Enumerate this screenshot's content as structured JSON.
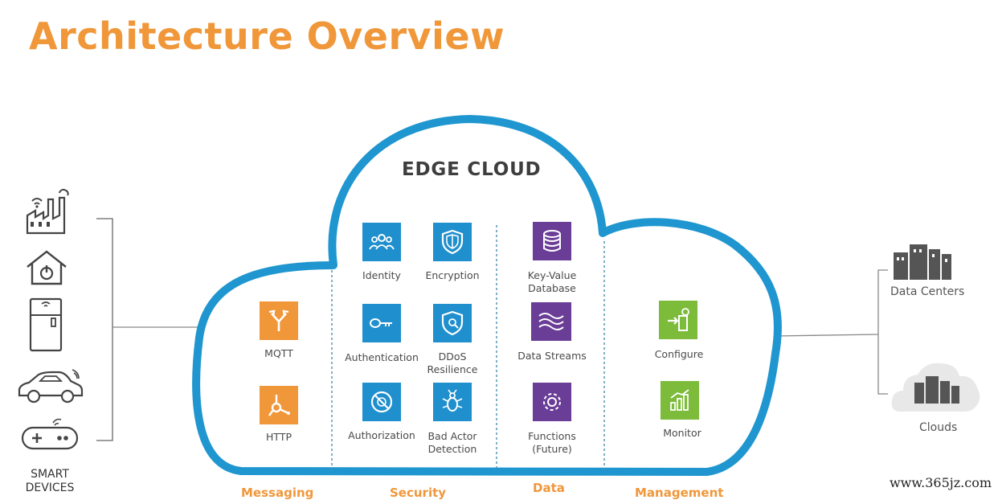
{
  "title": "Architecture Overview",
  "cloud": {
    "title": "EDGE CLOUD"
  },
  "colors": {
    "accent": "#f0973a",
    "cloud_outline": "#1f96cf",
    "security_tile": "#1f8fcd",
    "data_tile": "#6a3d97",
    "management_tile": "#7dbb3a"
  },
  "devices": {
    "label_line1": "SMART",
    "label_line2": "DEVICES",
    "icons": [
      "factory-icon",
      "smart-home-icon",
      "refrigerator-icon",
      "connected-car-icon",
      "game-controller-icon"
    ]
  },
  "messaging": {
    "items": [
      {
        "label": "MQTT",
        "icon": "fork-arrows-icon"
      },
      {
        "label": "HTTP",
        "icon": "network-node-icon"
      }
    ]
  },
  "security": {
    "items": [
      {
        "label": "Identity",
        "icon": "users-icon"
      },
      {
        "label": "Encryption",
        "icon": "shield-icon"
      },
      {
        "label": "Authentication",
        "icon": "key-icon"
      },
      {
        "label_line1": "DDoS",
        "label_line2": "Resilience",
        "icon": "shield-badge-icon"
      },
      {
        "label": "Authorization",
        "icon": "no-entry-icon"
      },
      {
        "label_line1": "Bad Actor",
        "label_line2": "Detection",
        "icon": "bug-icon"
      }
    ]
  },
  "data": {
    "items": [
      {
        "label_line1": "Key-Value",
        "label_line2": "Database",
        "icon": "database-icon"
      },
      {
        "label": "Data Streams",
        "icon": "streams-icon"
      },
      {
        "label_line1": "Functions",
        "label_line2": "(Future)",
        "icon": "gear-icon"
      }
    ]
  },
  "management": {
    "items": [
      {
        "label": "Configure",
        "icon": "configure-icon"
      },
      {
        "label": "Monitor",
        "icon": "bar-chart-icon"
      }
    ]
  },
  "bottom_labels": {
    "messaging": "Messaging",
    "security": "Security",
    "data": "Data",
    "management": "Management"
  },
  "targets": {
    "data_centers": "Data Centers",
    "clouds": "Clouds"
  },
  "watermark": "www.365jz.com"
}
